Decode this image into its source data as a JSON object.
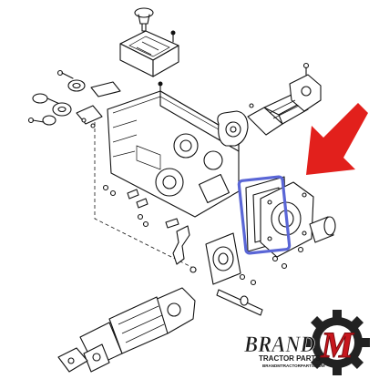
{
  "brand": {
    "word": "BRAND",
    "letter": "M",
    "sub": "TRACTOR PARTS",
    "url": "BRANDMTRACTORPARTS.COM",
    "colors": {
      "red": "#c8161d",
      "dark": "#1a1a1a",
      "gear": "#222222"
    }
  },
  "arrow": {
    "color": "#e2201c"
  },
  "highlight": {
    "color": "#5a66d6"
  }
}
